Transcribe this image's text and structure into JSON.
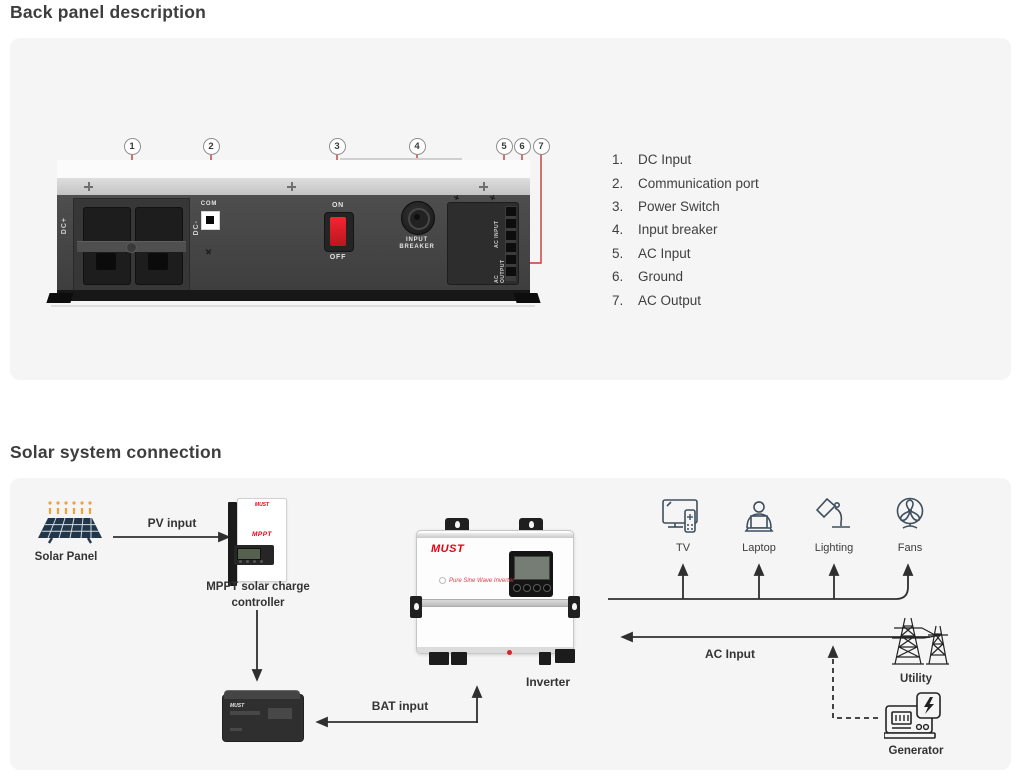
{
  "colors": {
    "accent_red": "#c43a31",
    "brand_red": "#e60012",
    "line": "#2f2f2f",
    "icon_blue": "#3e4f5e",
    "card_bg": "#f5f5f5"
  },
  "back_panel": {
    "title": "Back panel description",
    "callouts": [
      "1",
      "2",
      "3",
      "4",
      "5",
      "6",
      "7"
    ],
    "legend": [
      {
        "num": "1.",
        "label": "DC Input"
      },
      {
        "num": "2.",
        "label": "Communication port"
      },
      {
        "num": "3.",
        "label": "Power Switch"
      },
      {
        "num": "4.",
        "label": "Input breaker"
      },
      {
        "num": "5.",
        "label": "AC Input"
      },
      {
        "num": "6.",
        "label": "Ground"
      },
      {
        "num": "7.",
        "label": "AC Output"
      }
    ],
    "labels": {
      "dc_plus": "DC+",
      "dc_minus": "DC-",
      "com": "COM",
      "on": "ON",
      "off": "OFF",
      "breaker_line1": "INPUT",
      "breaker_line2": "BREAKER",
      "ac_input": "AC INPUT",
      "ac_output": "AC OUTPUT"
    }
  },
  "solar_system": {
    "title": "Solar system connection",
    "labels": {
      "solar_panel": "Solar Panel",
      "pv_input": "PV input",
      "mppt_line1": "MPPT solar charge",
      "mppt_line2": "controller",
      "bat_input": "BAT input",
      "inverter": "Inverter",
      "ac_input": "AC Input",
      "utility": "Utility",
      "generator": "Generator",
      "tv": "TV",
      "laptop": "Laptop",
      "lighting": "Lighting",
      "fans": "Fans"
    },
    "devices": {
      "controller_brand": "MUST",
      "controller_model": "MPPT",
      "inverter_brand": "MUST",
      "inverter_tagline": "Pure Sine Wave Inverter",
      "battery_brand": "MUST"
    }
  }
}
